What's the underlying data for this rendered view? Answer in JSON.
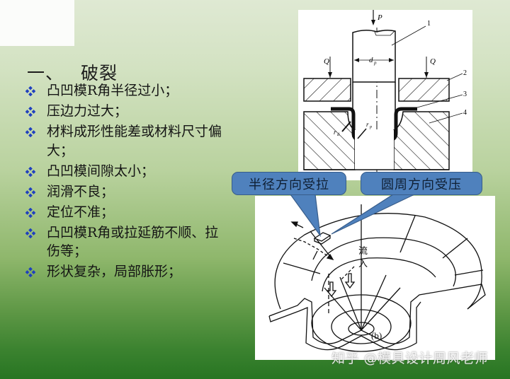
{
  "slide": {
    "title": {
      "number": "一、",
      "text": "破裂"
    },
    "bullets": [
      {
        "text": "凸凹模R角半径过小；"
      },
      {
        "text": "压边力过大；"
      },
      {
        "text": "材料成形性能差或材料尺寸偏大；"
      },
      {
        "text": "凸凹模间隙太小；"
      },
      {
        "text": "润滑不良；"
      },
      {
        "text": "定位不准；"
      },
      {
        "text": "凸凹模R角或拉延筋不顺、拉伤等；"
      },
      {
        "text": "形状复杂，局部胀形；"
      }
    ],
    "bullet_icon": "diamond-four-dots-icon",
    "colors": {
      "bullet": "#1f3fbf",
      "callout_fill": "#4f81bd",
      "callout_border": "#385d8a",
      "background_top": "#dfe9d3",
      "background_bottom": "#277522"
    }
  },
  "figure_top": {
    "labels": {
      "force_p": "P",
      "force_q_left": "Q",
      "force_q_right": "Q",
      "diameter": "d",
      "diameter_sub": "p",
      "radius_die": "r",
      "radius_die_sub": "d",
      "radius_punch": "r",
      "radius_punch_sub": "p",
      "part_1": "1",
      "part_2": "2",
      "part_3": "3",
      "part_4": "4"
    }
  },
  "callouts": [
    {
      "text": "半径方向受拉"
    },
    {
      "text": "圆周方向受压"
    }
  ],
  "figure_bottom": {
    "flow_label_1": "流",
    "flow_label_2": "入",
    "caption": "(b)"
  },
  "watermark": "知乎 @模具设计周风老师"
}
